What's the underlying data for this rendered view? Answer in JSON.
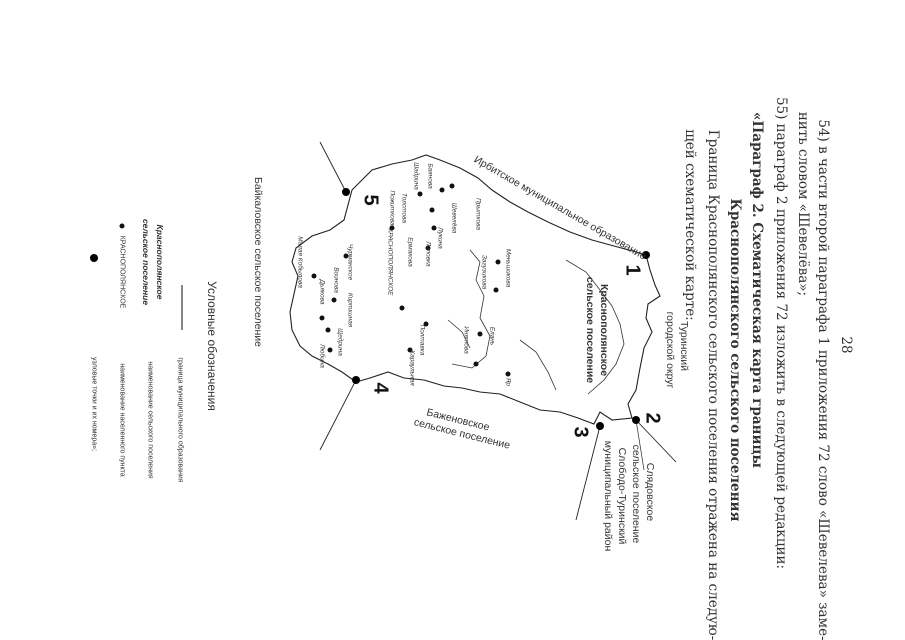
{
  "page_number": "28",
  "paragraphs": {
    "p54_a": "54) в части второй параграфа 1 приложения 72 слово «Шевелева» заме-",
    "p54_b": "нить словом «Шевелёва»;",
    "p55": "55) параграф 2 приложения 72 изложить в следующей редакции:",
    "heading_a": "«Параграф 2. Схематическая карта границы",
    "heading_b": "Краснополянского сельского поселения",
    "body_a": "Граница Краснополянского сельского поселения отражена на следую-",
    "body_b": "щей схематической карте:"
  },
  "map": {
    "settlement_title_a": "Краснополянское",
    "settlement_title_b": "сельское поселение",
    "neighbors": {
      "irbit": "Ирбитское муниципальное образование",
      "turin_a": "Туринский",
      "turin_b": "городской округ",
      "bazhen_a": "Баженовское",
      "bazhen_b": "сельское поселение",
      "sloboda_1": "Слядовское",
      "sloboda_2": "сельское поселение",
      "sloboda_3": "Слободо-Туринский",
      "sloboda_4": "муниципальный район",
      "baikal": "Байкаловское сельское поселение"
    },
    "nodes": [
      "1",
      "2",
      "3",
      "4",
      "5"
    ],
    "villages": {
      "krasnopolyanskoe": "КРАСНОПОЛЯНСКОЕ",
      "menshikova": "Меньшикова",
      "zaguzhikova": "Загузикова",
      "elan": "Елань",
      "inyatova": "Инятова",
      "yar": "Яр",
      "lukina": "Лукина",
      "lipovka": "Липовка",
      "ermakova": "Ермакова",
      "karaulnaya": "Караульная",
      "chuvashskoe": "Чурманское",
      "poltavka": "Полтавка",
      "voinova": "Воинова",
      "dyakova": "Дьякова",
      "malaya_kobylova": "Малая Кобылова",
      "kirpichnaya": "Кирпишная",
      "shedrina": "Щедрина",
      "lyubina": "Любина",
      "pozhitkova": "Пожиткова",
      "tolstova": "Толстова",
      "shadrina": "Шадрина",
      "bayanova": "Баянова",
      "shevelyova": "Шевелёва",
      "prytkova": "Прыткова"
    }
  },
  "legend": {
    "title": "Условные обозначения",
    "line1": "граница муниципального образования",
    "sample_a": "Краснополянское",
    "sample_b": "сельское поселение",
    "line2": "наименование сельского поселения",
    "village_sample": "КРАСНОПОЛЯНСКОЕ",
    "line3": "наименование населенного пункта",
    "line4": "узловые точки и их номера»;"
  }
}
